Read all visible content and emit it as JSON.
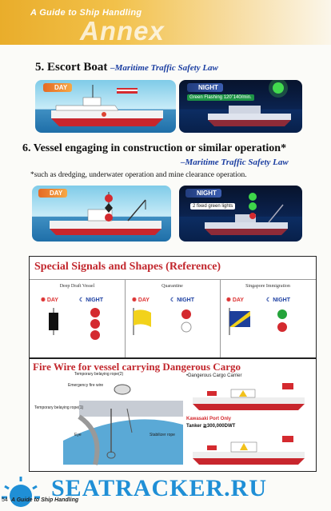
{
  "header": {
    "guide": "A Guide to Ship Handling",
    "annex": "Annex"
  },
  "s5": {
    "title": "5. Escort Boat",
    "law": "–Maritime Traffic Safety Law",
    "day": "DAY",
    "night": "NIGHT",
    "night_note": "Green Flashing 120˚140/min."
  },
  "s6": {
    "title": "6. Vessel  engaging in construction or similar operation",
    "star": "*",
    "law": "–Maritime Traffic Safety Law",
    "note": "*such as dredging, underwater operation and mine clearance operation.",
    "day": "DAY",
    "night": "NIGHT",
    "night_note": "2 fixed green lights"
  },
  "ssh": {
    "title": "Special Signals and Shapes (Reference)",
    "cols": [
      "Deep Draft Vessel",
      "Quarantine",
      "Singapore Immigration"
    ],
    "day": "DAY",
    "night": "NIGHT"
  },
  "fire": {
    "title": "Fire Wire for vessel carrying Dangerous Cargo",
    "labels": [
      "Temporary belaying rope(2)",
      "Emergency fire wire",
      "Temporary belaying rope(1)",
      "Eye",
      "Stabilizer rope"
    ],
    "carrier": "•Dangerous Cargo Carrier",
    "kawasaki": "Kawasaki Port Only",
    "tanker": "Tanker ≧300,000DWT"
  },
  "footer": {
    "page": "54",
    "section": "A Guide to Ship Handling",
    "watermark": "SEATRACKER.RU"
  }
}
